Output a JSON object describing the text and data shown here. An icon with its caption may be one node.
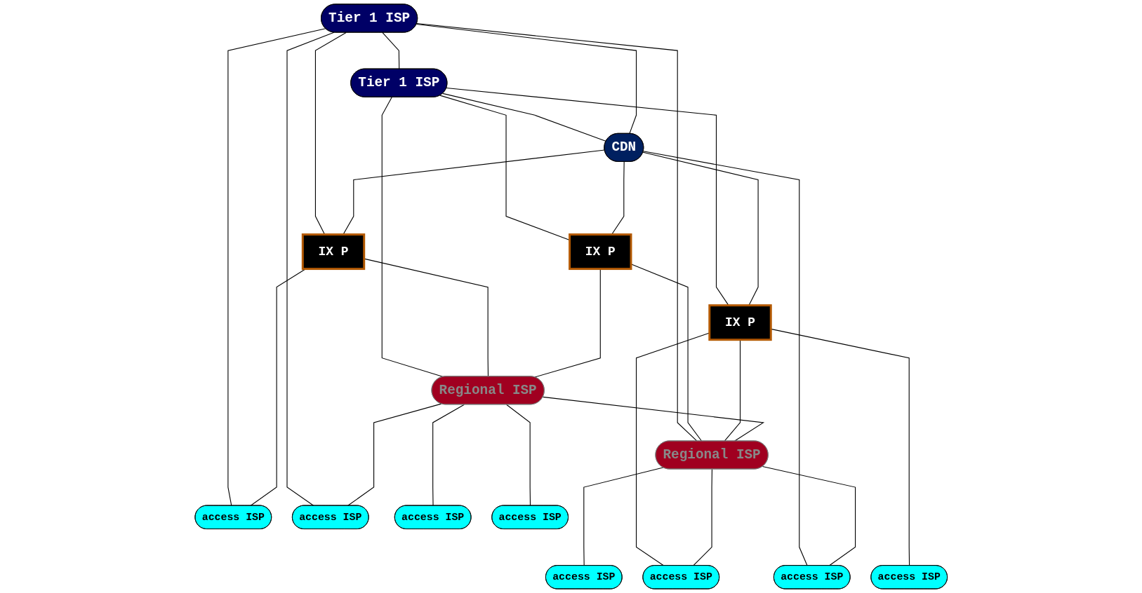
{
  "diagram": {
    "nodes": [
      {
        "text": [
          "Tier 1 ISP"
        ]
      },
      {
        "text": [
          "Tier 1 ISP"
        ]
      },
      {
        "text": [
          "CDN"
        ]
      },
      {
        "text": [
          "IX P"
        ]
      },
      {
        "text": [
          "IX P"
        ]
      },
      {
        "text": [
          "IX P"
        ]
      },
      {
        "text": [
          "Regional ISP"
        ]
      },
      {
        "text": [
          "Regional ISP"
        ]
      },
      {
        "text": [
          "access ISP"
        ]
      },
      {
        "text": [
          "access ISP"
        ]
      },
      {
        "text": [
          "access ISP"
        ]
      },
      {
        "text": [
          "access ISP"
        ]
      },
      {
        "text": [
          "access ISP"
        ]
      },
      {
        "text": [
          "access ISP"
        ]
      },
      {
        "text": [
          "access ISP"
        ]
      },
      {
        "text": [
          "access ISP"
        ]
      }
    ],
    "edges": [
      {
        "from": 0,
        "to": 1,
        "arrow": "none"
      },
      {
        "from": 1,
        "to": 2,
        "arrow": "none"
      },
      {
        "from": 0,
        "to": 2,
        "arrow": "none"
      },
      {
        "from": 0,
        "to": 3,
        "arrow": "none"
      },
      {
        "from": 0,
        "to": 7,
        "arrow": "none"
      },
      {
        "from": 0,
        "to": 8,
        "arrow": "none"
      },
      {
        "from": 0,
        "to": 9,
        "arrow": "none"
      },
      {
        "from": 1,
        "to": 6,
        "arrow": "none"
      },
      {
        "from": 1,
        "to": 4,
        "arrow": "none"
      },
      {
        "from": 1,
        "to": 5,
        "arrow": "none"
      },
      {
        "from": 2,
        "to": 3,
        "arrow": "none"
      },
      {
        "from": 2,
        "to": 4,
        "arrow": "none"
      },
      {
        "from": 2,
        "to": 5,
        "arrow": "none"
      },
      {
        "from": 2,
        "to": 14,
        "arrow": "none"
      },
      {
        "from": 3,
        "to": 6,
        "arrow": "none"
      },
      {
        "from": 3,
        "to": 8,
        "arrow": "none"
      },
      {
        "from": 4,
        "to": 6,
        "arrow": "none"
      },
      {
        "from": 4,
        "to": 7,
        "arrow": "none"
      },
      {
        "from": 5,
        "to": 7,
        "arrow": "none"
      },
      {
        "from": 5,
        "to": 13,
        "arrow": "none"
      },
      {
        "from": 5,
        "to": 15,
        "arrow": "none"
      },
      {
        "from": 6,
        "to": 9,
        "arrow": "none"
      },
      {
        "from": 6,
        "to": 10,
        "arrow": "none"
      },
      {
        "from": 6,
        "to": 11,
        "arrow": "none"
      },
      {
        "from": 6,
        "to": 7,
        "arrow": "none"
      },
      {
        "from": 7,
        "to": 12,
        "arrow": "none"
      },
      {
        "from": 7,
        "to": 13,
        "arrow": "none"
      },
      {
        "from": 7,
        "to": 14,
        "arrow": "none"
      }
    ]
  }
}
